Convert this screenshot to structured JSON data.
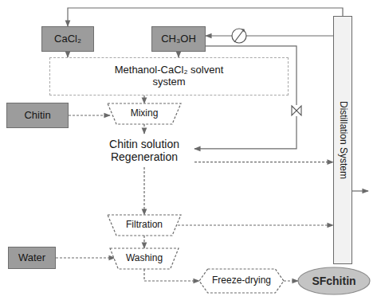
{
  "diagram": {
    "nodes": [
      {
        "text": [
          "CaCl₂"
        ]
      },
      {
        "text": [
          "CH₃OH"
        ]
      },
      {
        "text": [
          "Methanol-CaCl₂ solvent system"
        ]
      },
      {
        "text": [
          "Chitin"
        ]
      },
      {
        "text": [
          "Mixing"
        ]
      },
      {
        "text": [
          "Chitin solution Regeneration"
        ]
      },
      {
        "text": [
          "Distillation System"
        ]
      },
      {
        "text": [
          "Filtration"
        ]
      },
      {
        "text": [
          "Water"
        ]
      },
      {
        "text": [
          "Washing"
        ]
      },
      {
        "text": [
          "Freeze-drying"
        ]
      },
      {
        "text": [
          "SFchitin"
        ]
      }
    ],
    "edges": [
      {
        "from": 0,
        "to": 2,
        "arrow": "to"
      },
      {
        "from": 1,
        "to": 2,
        "arrow": "to"
      },
      {
        "from": 2,
        "to": 4,
        "arrow": "to"
      },
      {
        "from": 3,
        "to": 4,
        "arrow": "to"
      },
      {
        "from": 4,
        "to": 5,
        "arrow": "to"
      },
      {
        "from": 1,
        "to": 5,
        "arrow": "to"
      },
      {
        "from": 5,
        "to": 7,
        "arrow": "to"
      },
      {
        "from": 7,
        "to": 6,
        "arrow": "to"
      },
      {
        "from": 7,
        "to": 9,
        "arrow": "to"
      },
      {
        "from": 8,
        "to": 9,
        "arrow": "to"
      },
      {
        "from": 9,
        "to": 10,
        "arrow": "to"
      },
      {
        "from": 10,
        "to": 11,
        "arrow": "to"
      },
      {
        "from": 6,
        "to": 0,
        "arrow": "to"
      },
      {
        "from": 6,
        "to": 1,
        "arrow": "to"
      },
      {
        "from": 5,
        "to": 6,
        "arrow": "to"
      }
    ]
  }
}
